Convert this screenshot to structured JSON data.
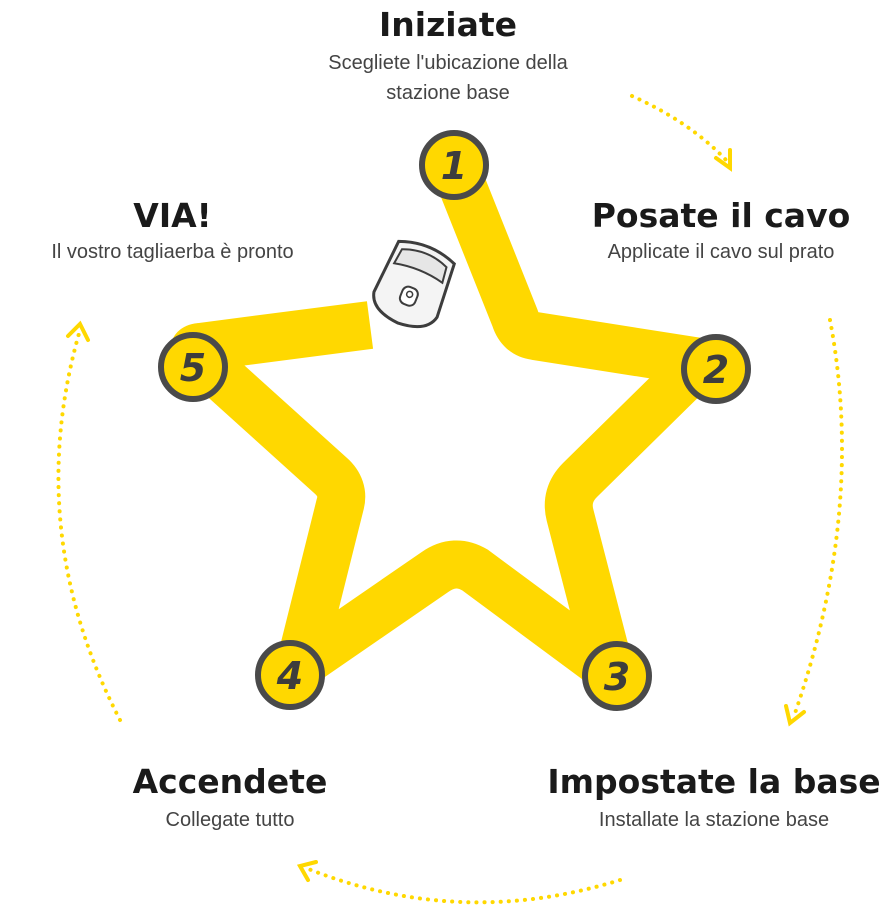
{
  "colors": {
    "star_wire": "#ffd800",
    "badge_fill": "#ffd800",
    "badge_stroke": "#4a4a4a",
    "arrow": "#ffd800",
    "title": "#1a1a1a",
    "desc": "#444444"
  },
  "steps": [
    {
      "number": "1",
      "title": "Iniziate",
      "description": "Scegliete l'ubicazione della stazione base"
    },
    {
      "number": "2",
      "title": "Posate il cavo",
      "description": "Applicate il cavo sul prato"
    },
    {
      "number": "3",
      "title": "Impostate la base",
      "description": "Installate la stazione base"
    },
    {
      "number": "4",
      "title": "Accendete",
      "description": "Collegate tutto"
    },
    {
      "number": "5",
      "title": "VIA!",
      "description": "Il vostro tagliaerba è pronto"
    }
  ],
  "icons": {
    "mower": "robotic-mower-icon",
    "arrow": "dotted-arrow-icon"
  }
}
